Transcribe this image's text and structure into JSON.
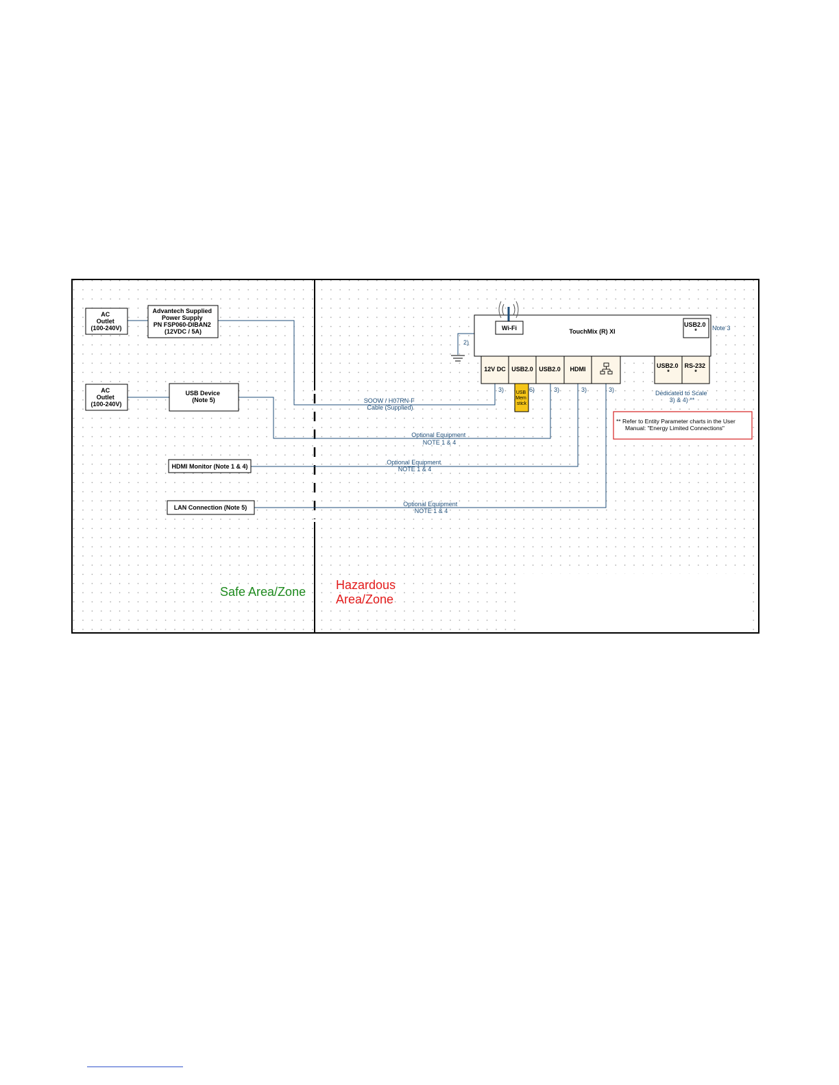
{
  "colors": {
    "wire": "#1f4e79",
    "grid_dot": "#9a9a9a",
    "frame": "#000000",
    "usb_stick": "#f5c518",
    "safe_zone": "#1e8a1e",
    "hazard_zone": "#e31b1b",
    "entity_note_border": "#d62020"
  },
  "safe_side": {
    "ac_outlet_1": [
      "AC",
      "Outlet",
      "(100-240V)"
    ],
    "power_supply": [
      "Advantech Supplied",
      "Power Supply",
      "PN FSP060-DIBAN2",
      "(12VDC / 5A)"
    ],
    "ac_outlet_2": [
      "AC",
      "Outlet",
      "(100-240V)"
    ],
    "usb_device": [
      "USB Device",
      "(Note 5)"
    ],
    "hdmi_monitor": "HDMI Monitor (Note 1 & 4)",
    "lan_connection": "LAN Connection (Note 5)",
    "zone_label": "Safe Area/Zone"
  },
  "hazard_side": {
    "zone_label": [
      "Hazardous",
      "Area/Zone"
    ],
    "device_name": "TouchMix (R) XI",
    "wifi_label": "Wi-Fi",
    "top_usb": {
      "label": "USB2.0",
      "mark": "*"
    },
    "note3": "Note 3",
    "ground_note": "2)",
    "ports": [
      "12V DC",
      "USB2.0",
      "USB2.0",
      "HDMI"
    ],
    "right_ports": [
      {
        "label": "USB2.0",
        "mark": "*"
      },
      {
        "label": "RS-232",
        "mark": "*"
      }
    ],
    "port_notes": [
      "3)",
      "6)",
      "3)",
      "3)",
      "3)"
    ],
    "usb_stick": [
      "USB",
      "Mem",
      "stick"
    ],
    "dedicated": [
      "Dedicated to Scale",
      "3) & 4) **"
    ],
    "entity_note": [
      "** Refer to Entity Parameter charts in the User",
      "Manual: \"Energy Limited Connections\""
    ]
  },
  "cables": {
    "power_cable": [
      "SOOW / H07RN-F",
      "Cable (Supplied)"
    ],
    "usb_optional": [
      "Optional Equipment",
      "NOTE 1 & 4"
    ],
    "hdmi_optional": [
      "Optional Equipment",
      "NOTE 1 & 4"
    ],
    "lan_optional": [
      "Optional Equipment",
      "NOTE 1 & 4"
    ]
  }
}
